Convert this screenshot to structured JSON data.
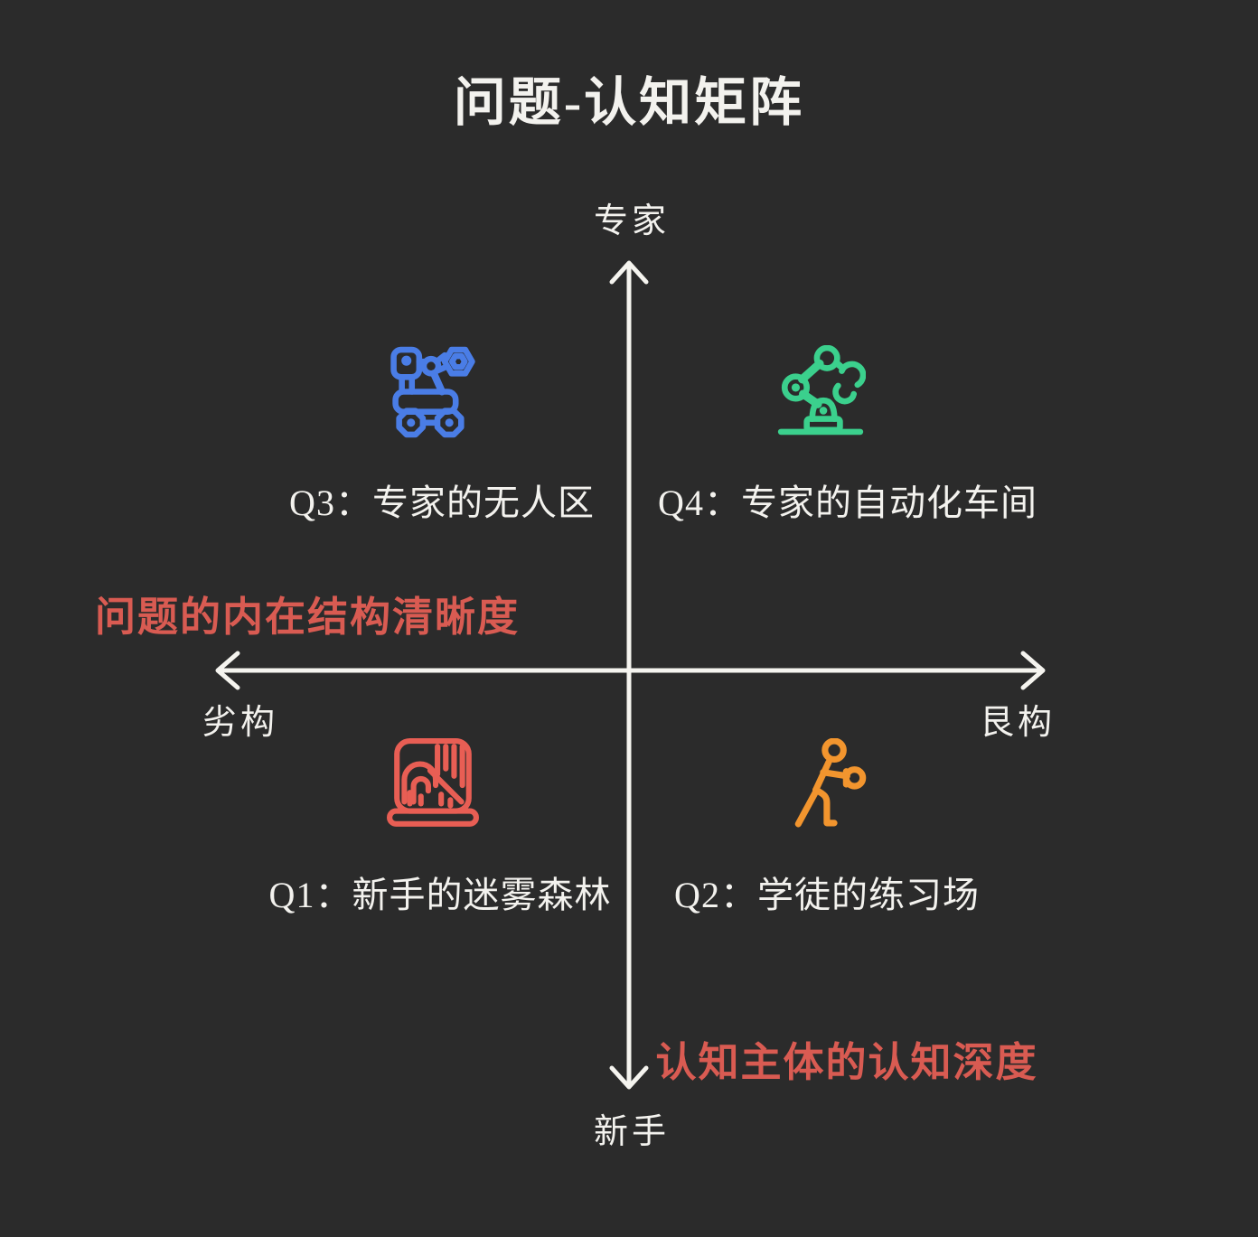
{
  "title": "问题-认知矩阵",
  "axes": {
    "y_top_label": "专家",
    "y_bottom_label": "新手",
    "x_left_label": "劣构",
    "x_right_label": "艮构",
    "x_axis_title": "问题的内在结构清晰度",
    "y_axis_title": "认知主体的认知深度"
  },
  "quadrants": {
    "q1": {
      "label": "Q1：新手的迷雾森林",
      "icon": "forest-icon",
      "color": "#e85e54"
    },
    "q2": {
      "label": "Q2：学徒的练习场",
      "icon": "boxer-icon",
      "color": "#f2952e"
    },
    "q3": {
      "label": "Q3：专家的无人区",
      "icon": "rover-icon",
      "color": "#4a7de6"
    },
    "q4": {
      "label": "Q4：专家的自动化车间",
      "icon": "robot-arm-icon",
      "color": "#3bd08d"
    }
  },
  "colors": {
    "background": "#2b2b2b",
    "text": "#f3f2ee",
    "axis": "#f5f4ef",
    "accent_red": "#d95b52"
  }
}
